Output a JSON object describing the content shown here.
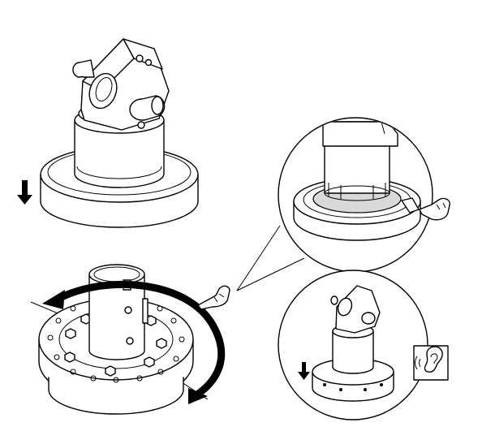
{
  "figure": {
    "kind": "mounting installation illustration",
    "panels": [
      {
        "id": "step-lower-onto-base",
        "icon": "down-arrow-icon"
      },
      {
        "id": "step-rotate-bayonet",
        "icons": [
          "rotate-arrow-icon",
          "pointing-hand-icon"
        ]
      },
      {
        "id": "detail-latch-zoom",
        "icons": [
          "pointing-hand-icon"
        ]
      },
      {
        "id": "detail-click-confirm",
        "icons": [
          "down-arrow-icon",
          "ear-icon"
        ]
      }
    ],
    "colors": {
      "line": "#000000",
      "fill": "#ffffff",
      "shade": "#d9d9d9"
    }
  }
}
